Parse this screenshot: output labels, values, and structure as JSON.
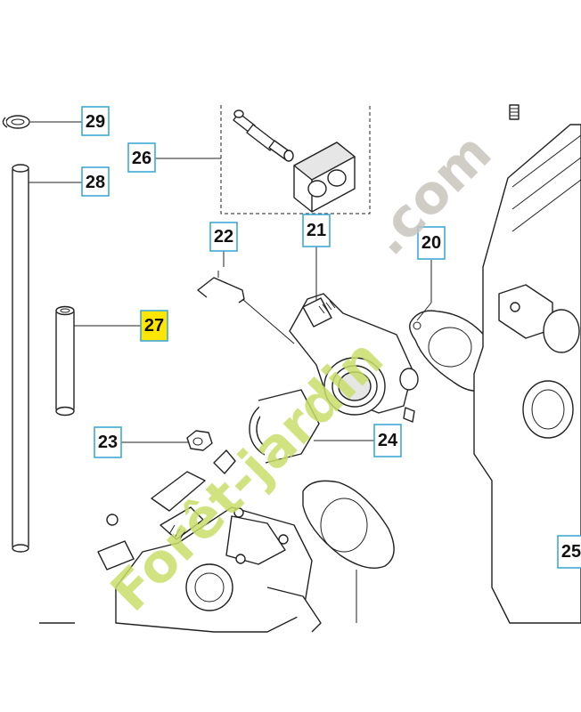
{
  "callouts": {
    "c29": "29",
    "c28": "28",
    "c26": "26",
    "c27": "27",
    "c22": "22",
    "c21": "21",
    "c20": "20",
    "c23": "23",
    "c24": "24",
    "c25": "25"
  },
  "highlight_color": "#ffe600",
  "callout_border_color": "#3fa9d6",
  "watermark": {
    "text_left": "Forêt-jardin",
    "text_right": ".com",
    "color_green": "#c9de6a",
    "color_grey": "#c8c4bd"
  }
}
